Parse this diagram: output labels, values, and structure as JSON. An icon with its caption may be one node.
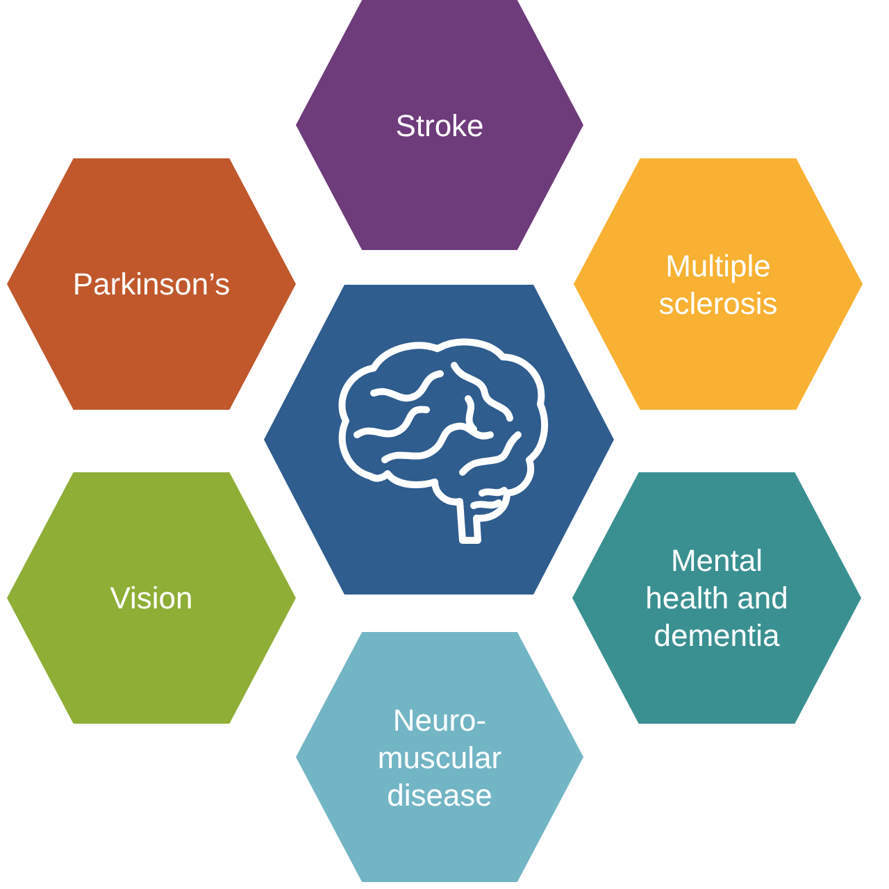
{
  "diagram": {
    "nodes": [
      {
        "text": [
          "Stroke"
        ]
      },
      {
        "text": [
          "Parkinson’s"
        ]
      },
      {
        "text": [
          "Multiple sclerosis"
        ]
      },
      {
        "text": [],
        "shape": "hexagon"
      },
      {
        "text": [
          "Vision"
        ]
      },
      {
        "text": [
          "Mental health and dementia"
        ]
      },
      {
        "text": [
          "Neuro- muscular disease"
        ]
      }
    ]
  }
}
